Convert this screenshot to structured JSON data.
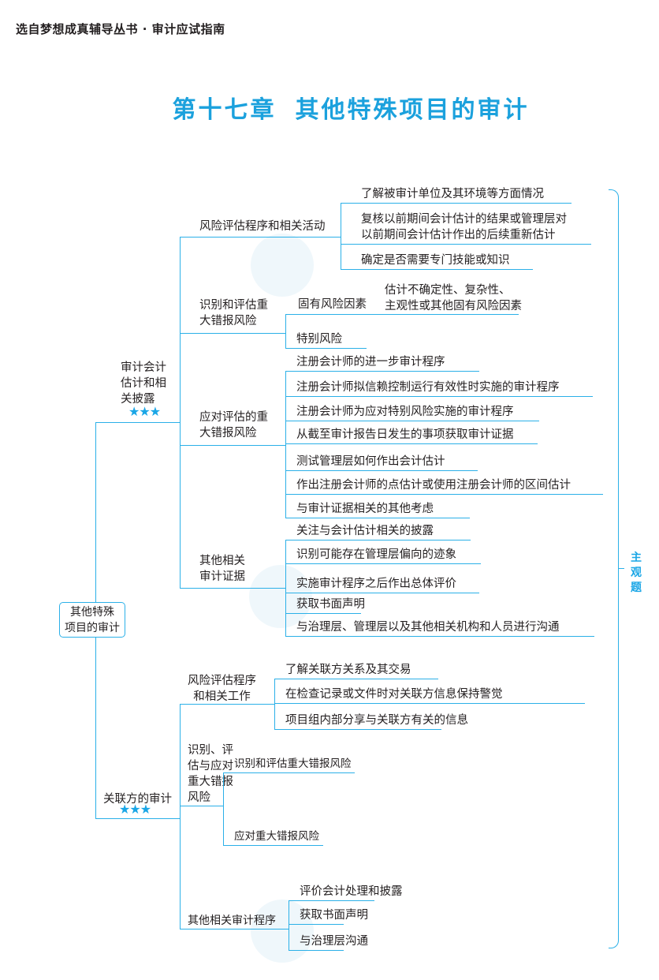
{
  "header": "选自梦想成真辅导丛书 · 审计应试指南",
  "title": {
    "chapter": "第十七章",
    "name": "其他特殊项目的审计"
  },
  "side_label": "主观题",
  "root": [
    "其他特殊",
    "项目的审计"
  ],
  "stars": "★★★",
  "branch1": {
    "label": [
      "审计会计",
      "估计和相",
      "关披露"
    ],
    "sub1": {
      "label": "风险评估程序和相关活动",
      "leaves": [
        "了解被审计单位及其环境等方面情况",
        "复核以前期间会计估计的结果或管理层对",
        "以前期间会计估计作出的后续重新估计",
        "确定是否需要专门技能或知识"
      ]
    },
    "sub2": {
      "label": [
        "识别和评估重",
        "大错报风险"
      ],
      "inherent": "固有风险因素",
      "inherent_detail": [
        "估计不确定性、复杂性、",
        "主观性或其他固有风险因素"
      ],
      "significant": "特别风险"
    },
    "sub3": {
      "label": [
        "应对评估的重",
        "大错报风险"
      ],
      "leaves": [
        "注册会计师的进一步审计程序",
        "注册会计师拟信赖控制运行有效性时实施的审计程序",
        "注册会计师为应对特别风险实施的审计程序",
        "从截至审计报告日发生的事项获取审计证据",
        "测试管理层如何作出会计估计",
        "作出注册会计师的点估计或使用注册会计师的区间估计",
        "与审计证据相关的其他考虑"
      ]
    },
    "sub4": {
      "label": [
        "其他相关",
        "审计证据"
      ],
      "leaves": [
        "关注与会计估计相关的披露",
        "识别可能存在管理层偏向的迹象",
        "实施审计程序之后作出总体评价",
        "获取书面声明",
        "与治理层、管理层以及其他相关机构和人员进行沟通"
      ]
    }
  },
  "branch2": {
    "label": "关联方的审计",
    "sub1": {
      "label": [
        "风险评估程序",
        "和相关工作"
      ],
      "leaves": [
        "了解关联方关系及其交易",
        "在检查记录或文件时对关联方信息保持警觉",
        "项目组内部分享与关联方有关的信息"
      ]
    },
    "sub2": {
      "label": [
        "识别、评",
        "估与应对",
        "重大错报",
        "风险"
      ],
      "leaves": [
        "识别和评估重大错报风险",
        "应对重大错报风险"
      ]
    },
    "sub3": {
      "label": "其他相关审计程序",
      "leaves": [
        "评价会计处理和披露",
        "获取书面声明",
        "与治理层沟通"
      ]
    }
  }
}
